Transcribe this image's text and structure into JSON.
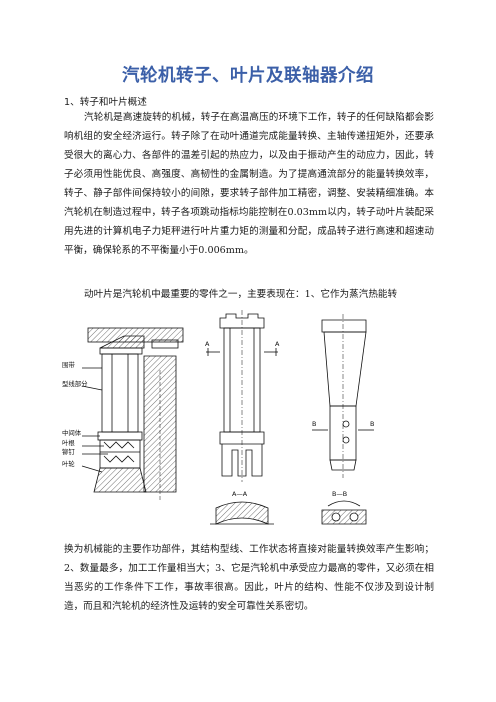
{
  "document": {
    "title": "汽轮机转子、叶片及联轴器介绍",
    "section_heading": "1、转子和叶片概述",
    "paragraph_1": "汽轮机是高速旋转的机械，转子在高温高压的环境下工作，转子的任何缺陷都会影响机组的安全经济运行。转子除了在动叶通道完成能量转换、主轴传递扭矩外，还要承受很大的离心力、各部件的温差引起的热应力，以及由于振动产生的动应力，因此，转子必须用性能优良、高强度、高韧性的金属制造。为了提高通流部分的能量转换效率，转子、静子部件间保持较小的间隙，要求转子部件加工精密，调整、安装精细准确。本汽轮机在制造过程中，转子各项跳动指标均能控制在0.03mm以内，转子动叶片装配采用先进的计算机电子力矩秤进行叶片重力矩的测量和分配，成品转子进行高速和超速动平衡，确保轮系的不平衡量小于0.006mm。",
    "paragraph_2": "动叶片是汽轮机中最重要的零件之一，主要表现在：1、它作为蒸汽热能转",
    "paragraph_3": "换为机械能的主要作功部件，其结构型线、工作状态将直接对能量转换效率产生影响；2、数量最多，加工工作量相当大；3、它是汽轮机中承受应力最高的零件，又必须在相当恶劣的工作条件下工作，事故率很高。因此，叶片的结构、性能不仅涉及到设计制造，而且和汽轮机的经济性及运转的安全可靠性关系密切。"
  },
  "figure": {
    "labels": {
      "shroud": "围带",
      "profile": "型线部分",
      "spacer": "中间体",
      "root": "叶根",
      "rivet": "铆钉",
      "wheel": "叶轮",
      "section_a_left": "A",
      "section_a_right": "A",
      "section_b_left": "B",
      "section_b_right": "B",
      "section_aa": "A—A",
      "section_bb": "B—B"
    }
  }
}
